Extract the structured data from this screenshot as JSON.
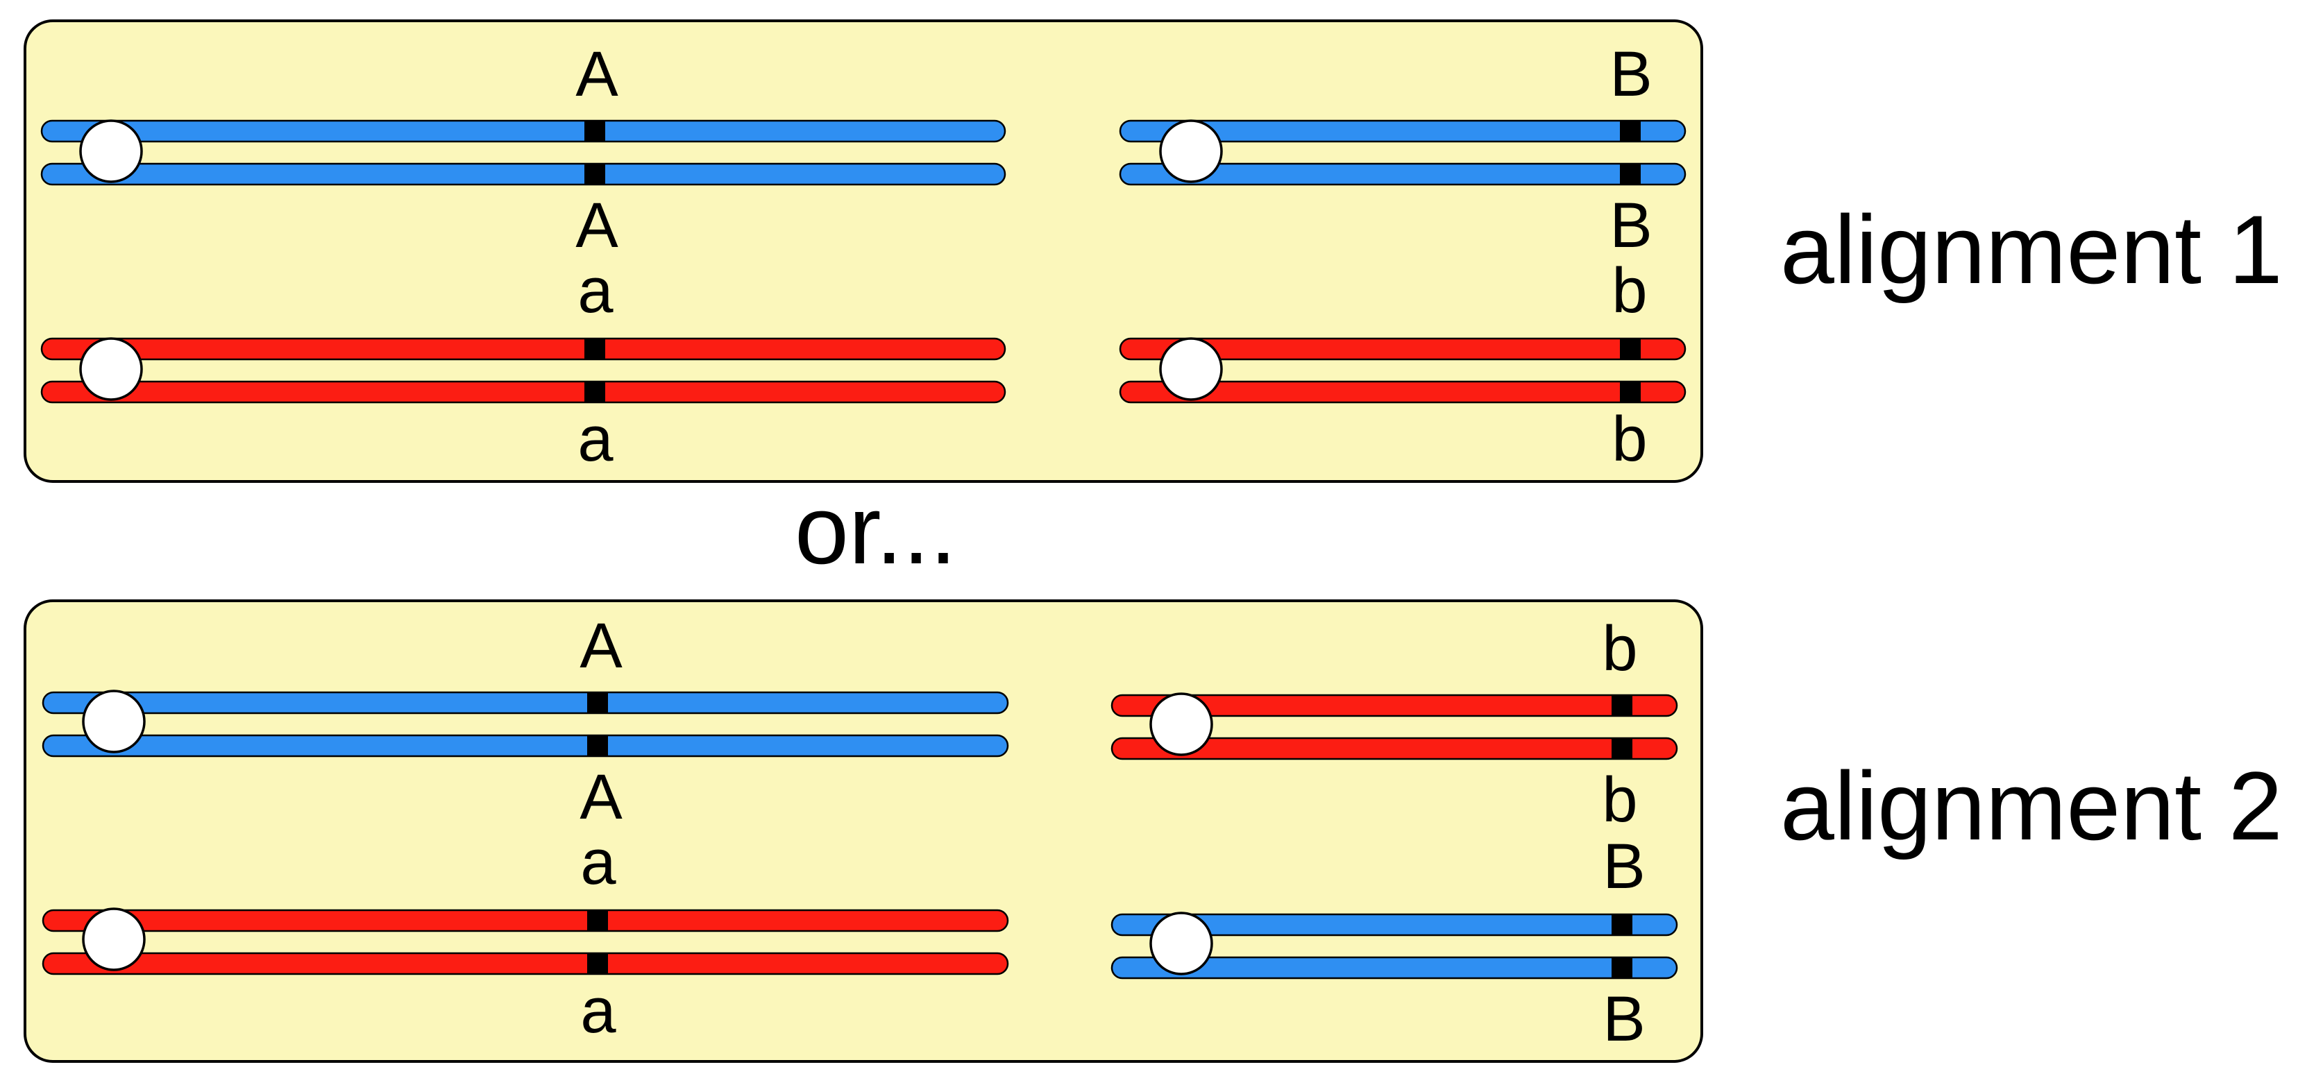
{
  "colors": {
    "panel_fill": "#fbf7bb",
    "panel_border": "#000000",
    "blue": "#2f8ff2",
    "red": "#fc1d13",
    "band": "#000000",
    "centromere": "#ffffff"
  },
  "connector_text": "or...",
  "alignments": [
    {
      "caption": "alignment 1",
      "top_left_labels": [
        "A",
        "A"
      ],
      "bottom_left_labels": [
        "a",
        "a"
      ],
      "top_right_labels": [
        "B",
        "B"
      ],
      "bottom_right_labels": [
        "b",
        "b"
      ],
      "top_right_color": "blue",
      "bottom_right_color": "red"
    },
    {
      "caption": "alignment 2",
      "top_left_labels": [
        "A",
        "A"
      ],
      "bottom_left_labels": [
        "a",
        "a"
      ],
      "top_right_labels": [
        "b",
        "b"
      ],
      "bottom_right_labels": [
        "B",
        "B"
      ],
      "top_right_color": "red",
      "bottom_right_color": "blue"
    }
  ]
}
